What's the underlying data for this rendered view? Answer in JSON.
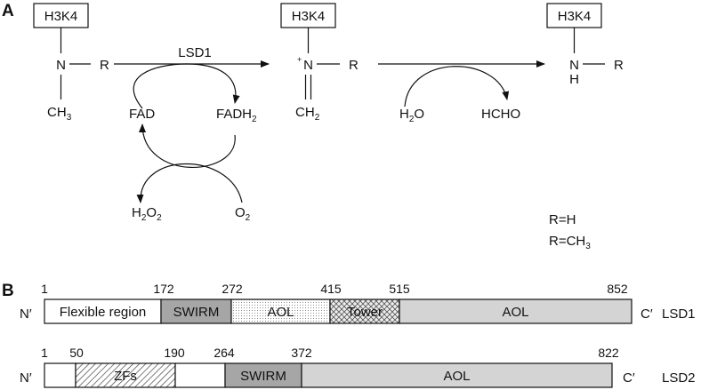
{
  "panels": {
    "a": "A",
    "b": "B"
  },
  "reaction": {
    "group_label": "H3K4",
    "enzyme": "LSD1",
    "n": "N",
    "h": "H",
    "r": "R",
    "plus": "+",
    "c": "C",
    "h_ch": "H",
    "sub_3": "3",
    "sub_2": "2",
    "fad": "FAD",
    "fadh_main": "FADH",
    "fadh_sub": "2",
    "h2o_main": "H",
    "h2o_sub": "2",
    "h2o_tail": "O",
    "hcho": "HCHO",
    "h2o2_h": "H",
    "h2o2_sub1": "2",
    "h2o2_o": "O",
    "h2o2_sub2": "2",
    "o2_main": "O",
    "o2_sub": "2",
    "r_h": "R=H",
    "r_ch3_main": "R=CH",
    "r_ch3_sub": "3"
  },
  "domains": {
    "n_term": "N′",
    "c_term": "C′",
    "lsd1": {
      "name": "LSD1",
      "positions": [
        "1",
        "172",
        "272",
        "415",
        "515",
        "852"
      ],
      "segments": [
        "Flexible region",
        "SWIRM",
        "AOL",
        "Tower",
        "AOL"
      ]
    },
    "lsd2": {
      "name": "LSD2",
      "positions": [
        "1",
        "50",
        "190",
        "264",
        "372",
        "822"
      ],
      "segments": [
        "",
        "ZFs",
        "",
        "SWIRM",
        "AOL"
      ]
    }
  },
  "colors": {
    "swirm": "#a6a6a6",
    "aol": "#d4d4d4",
    "plain": "#ffffff",
    "line": "#111111"
  }
}
